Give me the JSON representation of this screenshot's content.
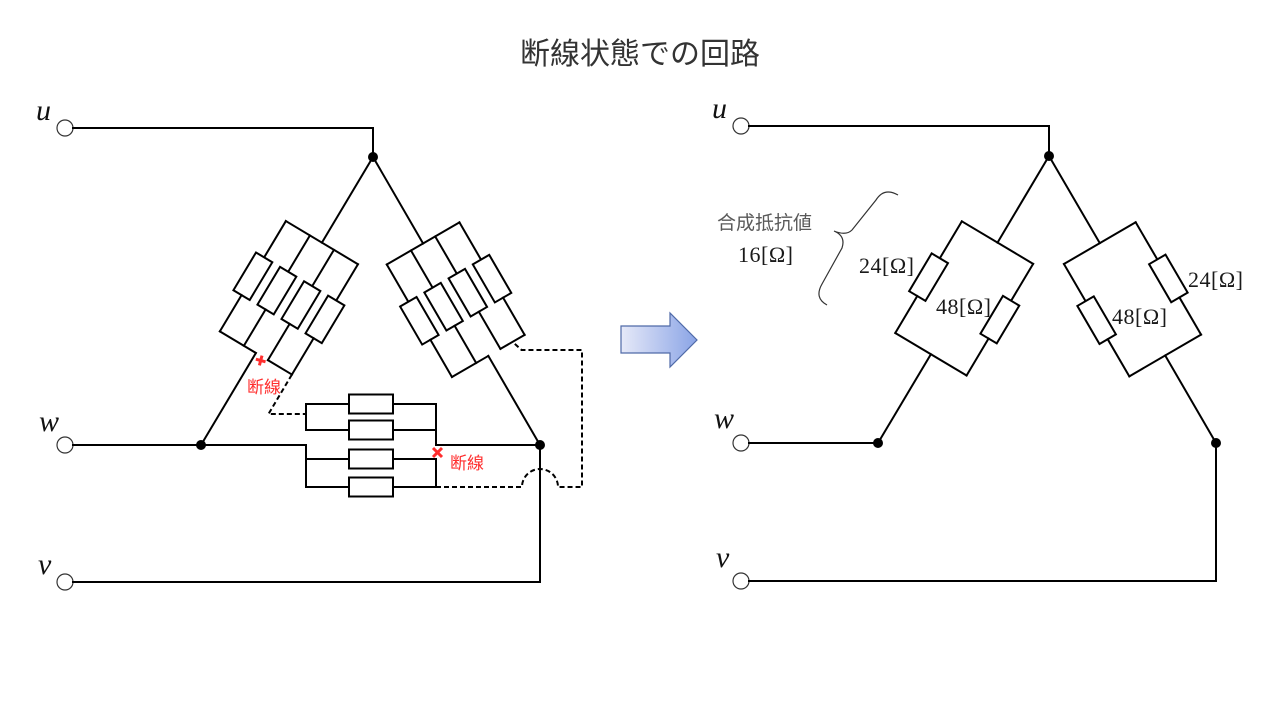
{
  "title": "断線状態での回路",
  "colors": {
    "wire": "#000000",
    "break_mark": "#ff2e2e",
    "title_text": "#333333",
    "caption_text": "#595959",
    "value_text": "#1a1a1a",
    "arrow_fill_start": "#e6e9f8",
    "arrow_fill_end": "#8aa4e6",
    "arrow_stroke": "#4f6aa8"
  },
  "left_diagram": {
    "terminals": {
      "u": "u",
      "w": "w",
      "v": "v"
    },
    "breaks": [
      {
        "label": "断線"
      },
      {
        "label": "断線"
      }
    ]
  },
  "transition_arrow": {
    "icon": "right-arrow-icon"
  },
  "right_diagram": {
    "terminals": {
      "u": "u",
      "w": "w",
      "v": "v"
    },
    "combined_resistance": {
      "label": "合成抵抗値",
      "value": "16[Ω]"
    },
    "uw_branch": {
      "resistors": [
        {
          "label": "24[Ω]"
        },
        {
          "label": "48[Ω]"
        }
      ]
    },
    "uv_branch": {
      "resistors": [
        {
          "label": "24[Ω]"
        },
        {
          "label": "48[Ω]"
        }
      ]
    }
  }
}
